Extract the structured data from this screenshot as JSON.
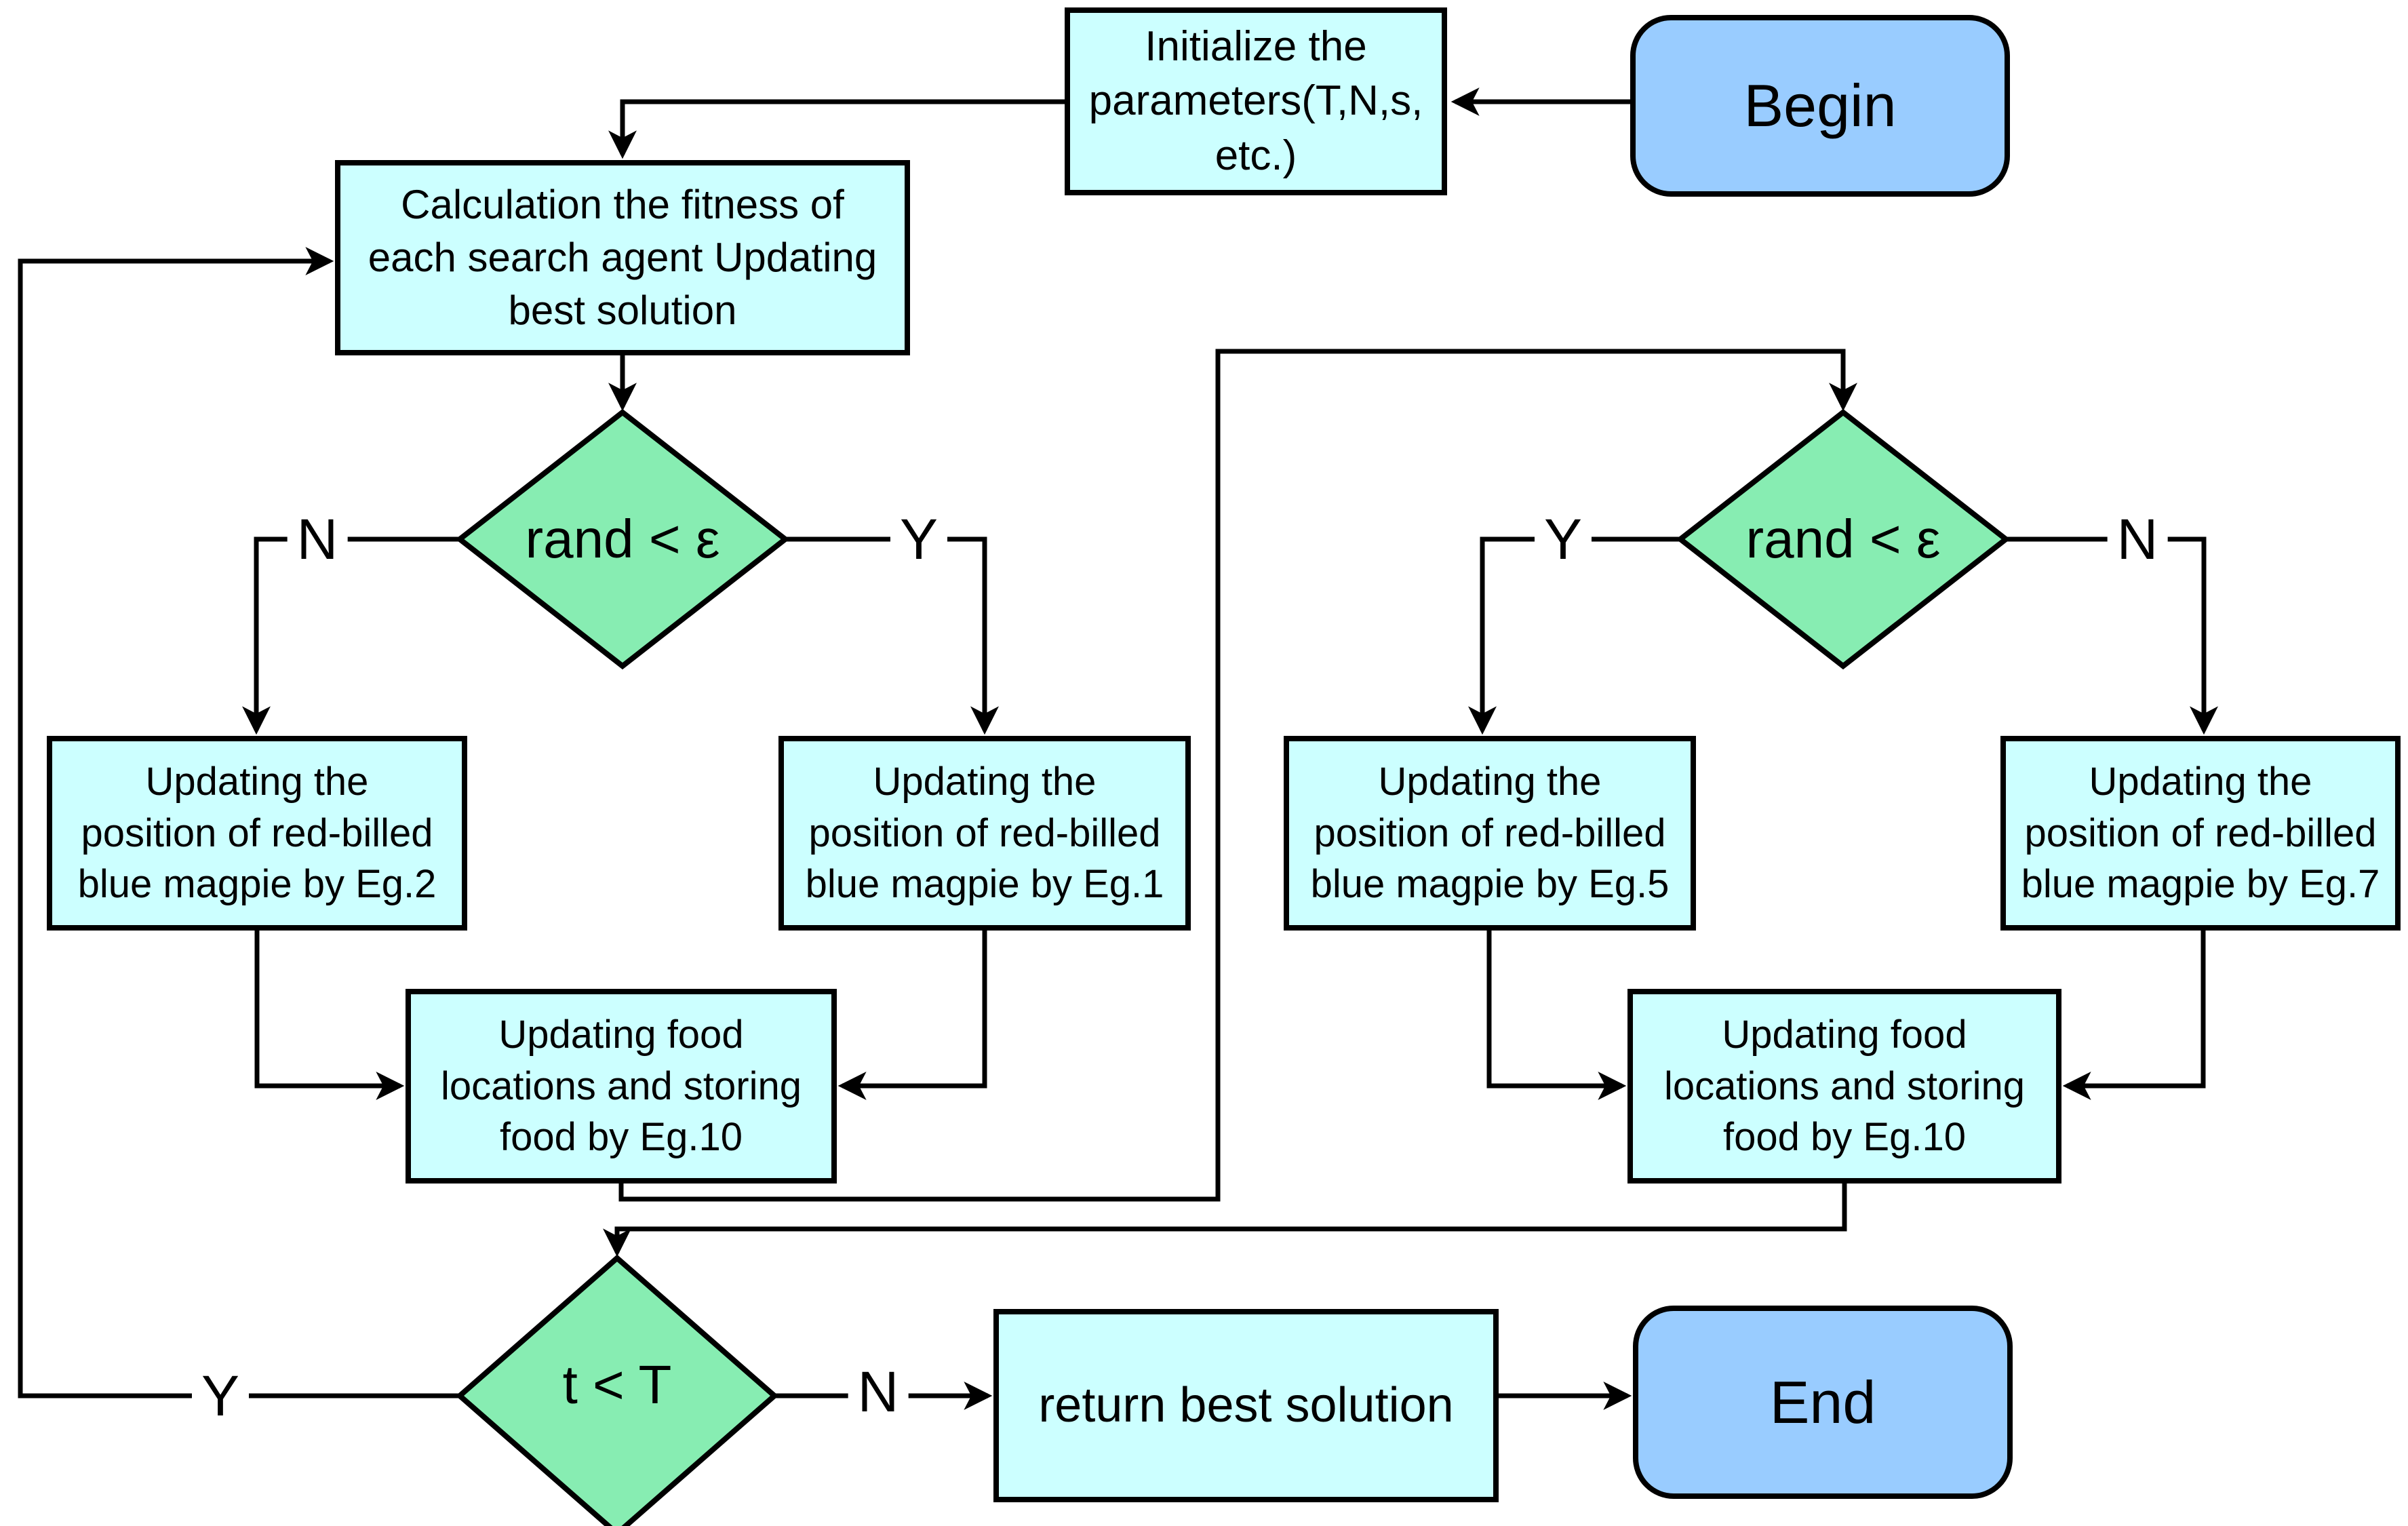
{
  "diagram": {
    "nodes": {
      "begin": {
        "label": "Begin",
        "type": "terminator"
      },
      "initialize": {
        "label": "Initialize the\nparameters(T,N,s,\netc.)",
        "type": "process"
      },
      "calculation": {
        "label": "Calculation the fitness of\neach search agent Updating\nbest solution",
        "type": "process"
      },
      "decision_left": {
        "label": "rand < ε",
        "type": "decision"
      },
      "decision_right": {
        "label": "rand < ε",
        "type": "decision"
      },
      "eg2": {
        "label": "Updating the\nposition of red-billed\nblue magpie by Eg.2",
        "type": "process"
      },
      "eg1": {
        "label": "Updating the\nposition of red-billed\nblue magpie by Eg.1",
        "type": "process"
      },
      "eg5": {
        "label": "Updating the\nposition of red-billed\nblue magpie by Eg.5",
        "type": "process"
      },
      "eg7": {
        "label": "Updating the\nposition of red-billed\nblue magpie by Eg.7",
        "type": "process"
      },
      "food_left": {
        "label": "Updating food\nlocations and storing\nfood  by Eg.10",
        "type": "process"
      },
      "food_right": {
        "label": "Updating food\nlocations and storing\nfood by Eg.10",
        "type": "process"
      },
      "decision_loop": {
        "label": "t < T",
        "type": "decision"
      },
      "return_best": {
        "label": "return best solution",
        "type": "process"
      },
      "end": {
        "label": "End",
        "type": "terminator"
      }
    },
    "branch_labels": {
      "left_no": "N",
      "left_yes": "Y",
      "right_yes": "Y",
      "right_no": "N",
      "loop_yes": "Y",
      "loop_no": "N"
    },
    "colors": {
      "process_fill": "#ccffff",
      "decision_fill": "#87edb2",
      "terminator_fill": "#99ccff",
      "line": "#000000"
    }
  }
}
